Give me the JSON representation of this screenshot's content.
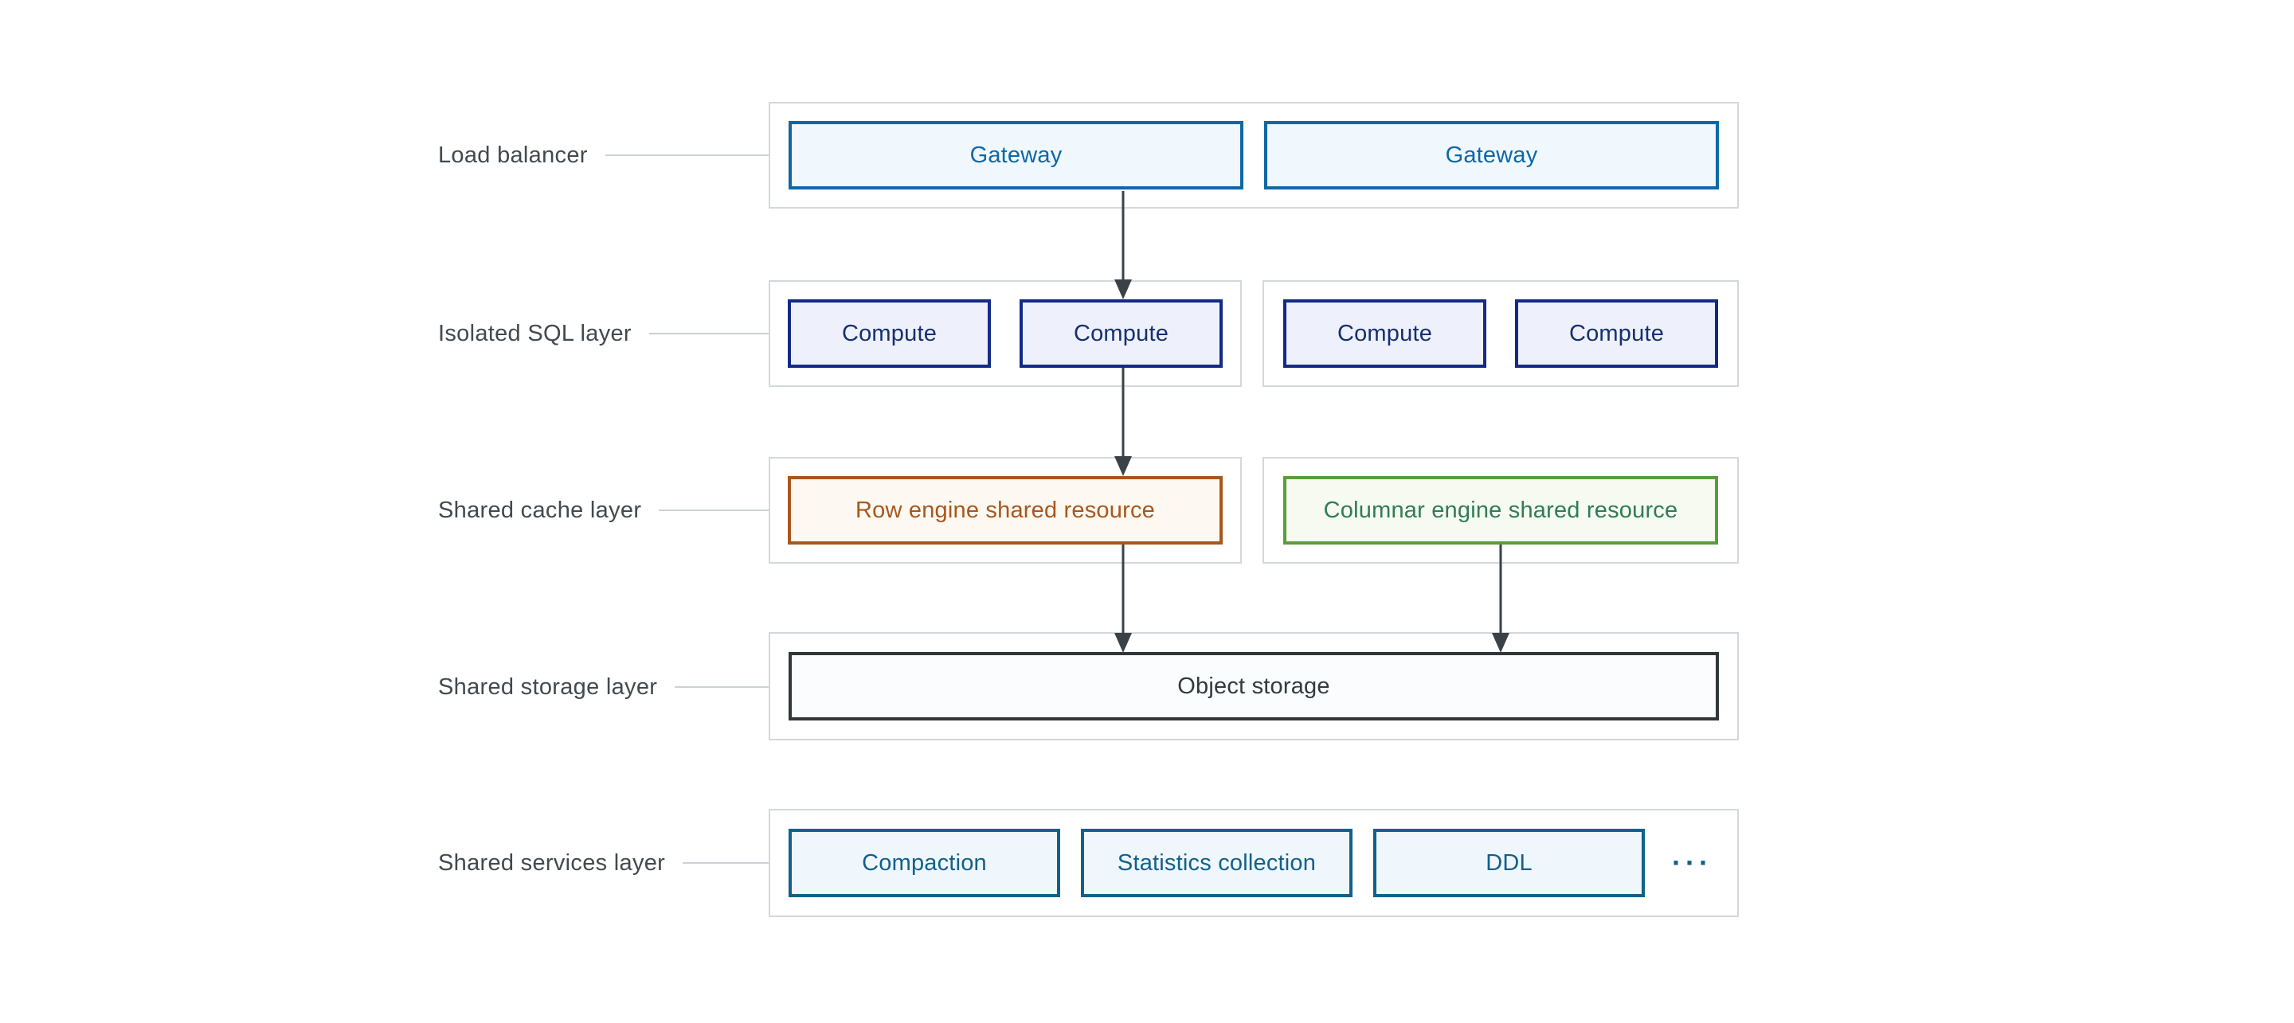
{
  "diagram": {
    "layers": [
      {
        "label": "Load balancer",
        "nodes": [
          {
            "label": "Gateway"
          },
          {
            "label": "Gateway"
          }
        ]
      },
      {
        "label": "Isolated SQL layer",
        "nodes": [
          {
            "label": "Compute"
          },
          {
            "label": "Compute"
          },
          {
            "label": "Compute"
          },
          {
            "label": "Compute"
          }
        ]
      },
      {
        "label": "Shared cache layer",
        "nodes": [
          {
            "label": "Row engine shared resource"
          },
          {
            "label": "Columnar engine shared resource"
          }
        ]
      },
      {
        "label": "Shared storage layer",
        "nodes": [
          {
            "label": "Object storage"
          }
        ]
      },
      {
        "label": "Shared services layer",
        "nodes": [
          {
            "label": "Compaction"
          },
          {
            "label": "Statistics collection"
          },
          {
            "label": "DDL"
          }
        ],
        "more_label": "···"
      }
    ],
    "edges": [
      {
        "from": "gateway-1",
        "to": "compute-2"
      },
      {
        "from": "compute-2",
        "to": "row-engine-shared-resource"
      },
      {
        "from": "row-engine-shared-resource",
        "to": "object-storage"
      },
      {
        "from": "columnar-engine-shared-resource",
        "to": "object-storage"
      }
    ],
    "colors": {
      "gateway_blue": "#0e67a7",
      "compute_navy": "#132b84",
      "row_engine_orange": "#a8571c",
      "columnar_green_border": "#5b9c3d",
      "columnar_green_text": "#2e7d53",
      "storage_dark": "#30373b",
      "services_teal": "#11618b",
      "container_border_gray": "#d4d8db",
      "label_text_gray": "#414950",
      "arrow_dark": "#3b4247"
    }
  }
}
